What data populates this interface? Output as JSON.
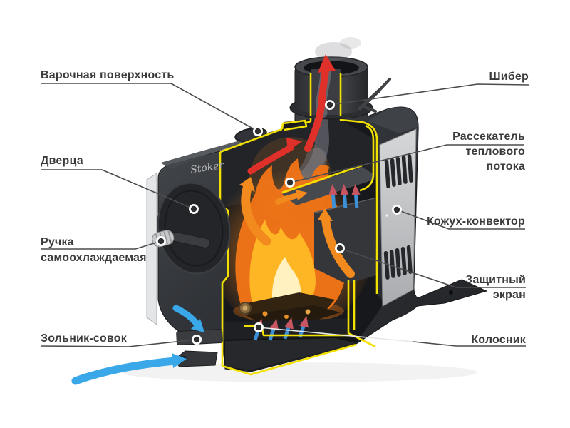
{
  "diagram": {
    "brand": "Stoker",
    "labels": {
      "cooking_surface": "Варочная поверхность",
      "damper": "Шибер",
      "door": "Дверца",
      "heat_flow_divider": [
        "Рассекатель",
        "теплового",
        "потока"
      ],
      "convector_casing": "Кожух-конвектор",
      "self_cooling_handle": [
        "Ручка",
        "самоохлаждаемая"
      ],
      "ash_pan": "Зольник-совок",
      "protective_screen": [
        "Защитный",
        "экран"
      ],
      "grate": "Колосник"
    },
    "colors": {
      "background": "#ffffff",
      "cut_outline_yellow": "#f2e000",
      "hot_flue_arrow_red": "#e0302a",
      "flame_arrow_orange": "#f28a1d",
      "cold_air_arrow_blue": "#3aa8e8",
      "heated_air_arrow_head": "#c75562",
      "stove_body": "#2e3135",
      "convector_panel": "#c4c5c8",
      "label_text": "#3b3b3d"
    }
  }
}
